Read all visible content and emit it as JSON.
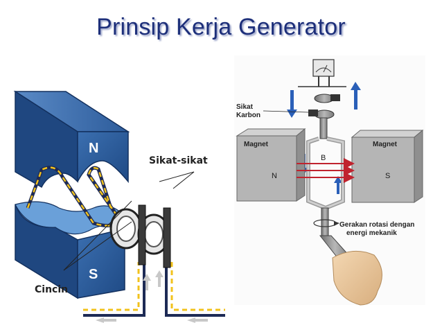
{
  "title": "Prinsip Kerja Generator",
  "left_diagram": {
    "pole_north": "N",
    "pole_south": "S",
    "label_brushes": "Sikat-sikat",
    "label_rings": "Cincin"
  },
  "right_diagram": {
    "label_carbon_brush_line1": "Sikat",
    "label_carbon_brush_line2": "Karbon",
    "magnet_left_label": "Magnet",
    "magnet_right_label": "Magnet",
    "pole_north": "N",
    "pole_south": "S",
    "field_label": "B",
    "rotation_line1": "Gerakan rotasi dengan",
    "rotation_line2": "energi mekanik"
  },
  "colors": {
    "title": "#1d2f7a",
    "magnet_blue": "#2e5b99",
    "magnet_gray": "#8a8a8a",
    "field_red": "#c0232e",
    "wire_dash": "#f2c21c"
  }
}
